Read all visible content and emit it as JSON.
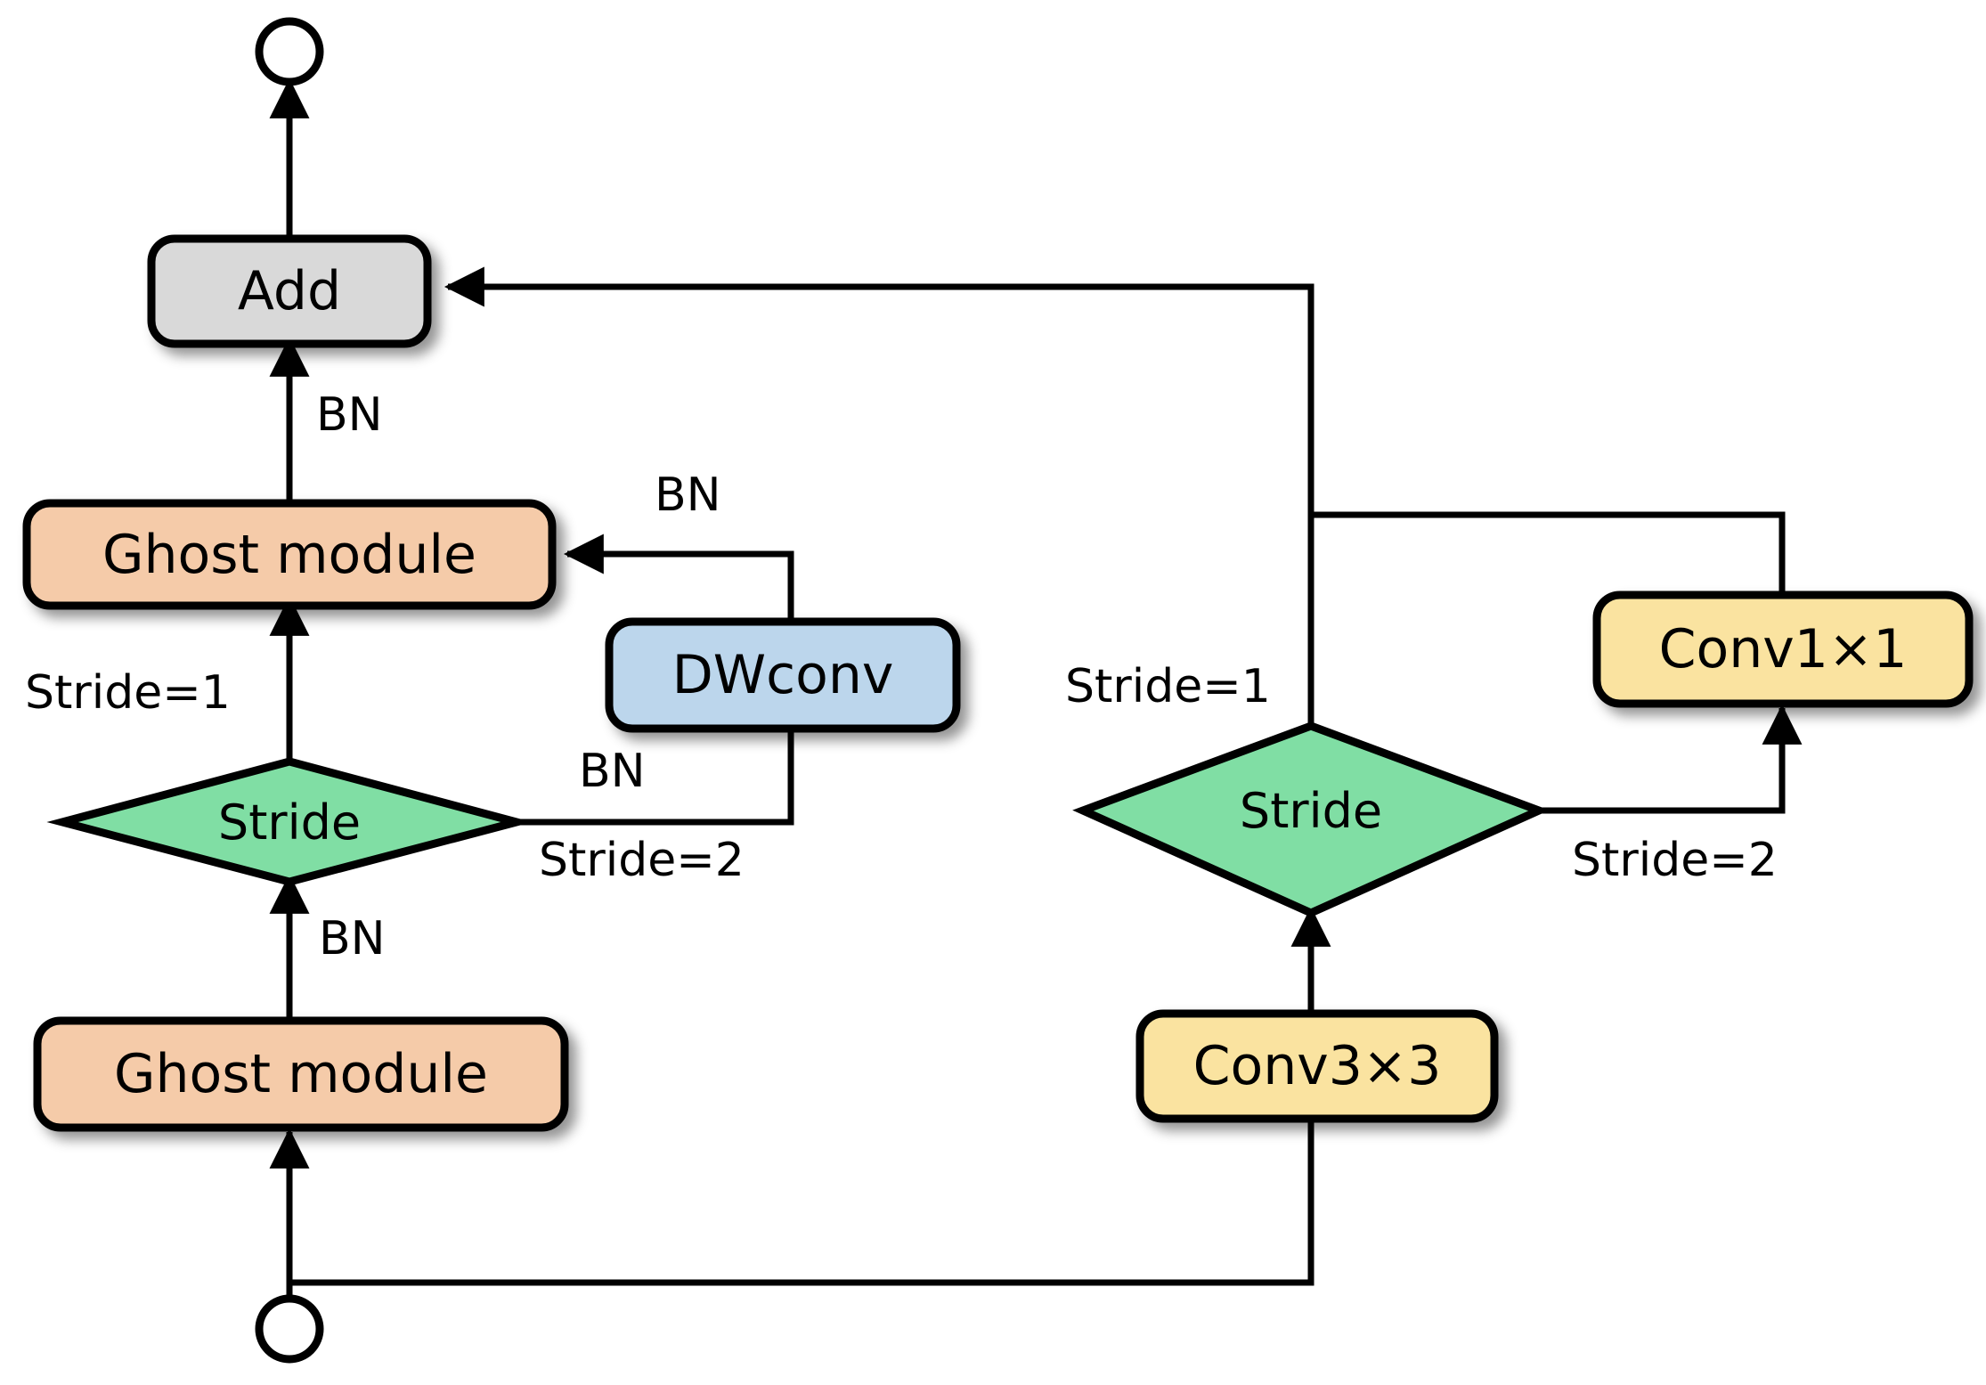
{
  "diagram": {
    "title": "Ghost bottleneck / shortcut branch flow diagram",
    "colors": {
      "ghost_module_fill": "#f5cba9",
      "dwconv_fill": "#bcd6ec",
      "conv_fill": "#fae3a0",
      "stride_fill": "#80dea4",
      "add_fill": "#d9d9d9",
      "stroke": "#000000",
      "background": "#ffffff"
    },
    "nodes": [
      {
        "id": "output-terminator",
        "type": "terminator",
        "label": ""
      },
      {
        "id": "add",
        "type": "process",
        "label": "Add"
      },
      {
        "id": "ghost-module-top",
        "type": "process",
        "label": "Ghost module"
      },
      {
        "id": "dwconv",
        "type": "process",
        "label": "DWconv"
      },
      {
        "id": "stride-left",
        "type": "decision",
        "label": "Stride"
      },
      {
        "id": "ghost-module-bottom",
        "type": "process",
        "label": "Ghost module"
      },
      {
        "id": "stride-right",
        "type": "decision",
        "label": "Stride"
      },
      {
        "id": "conv1x1",
        "type": "process",
        "label": "Conv1×1"
      },
      {
        "id": "conv3x3",
        "type": "process",
        "label": "Conv3×3"
      },
      {
        "id": "input-terminator",
        "type": "terminator",
        "label": ""
      }
    ],
    "edge_labels": {
      "bn_add": "BN",
      "bn_ghost_top_from_dwconv": "BN",
      "bn_stride_left_to_dwconv": "BN",
      "bn_ghost_bottom_to_stride": "BN",
      "stride_eq_1_left": "Stride=1",
      "stride_eq_2_left": "Stride=2",
      "stride_eq_1_right": "Stride=1",
      "stride_eq_2_right": "Stride=2"
    },
    "edges": [
      {
        "from": "add",
        "to": "output-terminator",
        "label": ""
      },
      {
        "from": "ghost-module-top",
        "to": "add",
        "label": "BN"
      },
      {
        "from": "stride-left",
        "to": "ghost-module-top",
        "label": "Stride=1"
      },
      {
        "from": "stride-left",
        "to": "dwconv",
        "label": "Stride=2 / BN"
      },
      {
        "from": "dwconv",
        "to": "ghost-module-top",
        "label": "BN"
      },
      {
        "from": "ghost-module-bottom",
        "to": "stride-left",
        "label": "BN"
      },
      {
        "from": "input-terminator",
        "to": "ghost-module-bottom",
        "label": ""
      },
      {
        "from": "input-terminator",
        "to": "conv3x3",
        "label": ""
      },
      {
        "from": "conv3x3",
        "to": "stride-right",
        "label": ""
      },
      {
        "from": "stride-right",
        "to": "add",
        "label": "Stride=1"
      },
      {
        "from": "stride-right",
        "to": "conv1x1",
        "label": "Stride=2"
      },
      {
        "from": "conv1x1",
        "to": "add",
        "label": ""
      }
    ]
  }
}
